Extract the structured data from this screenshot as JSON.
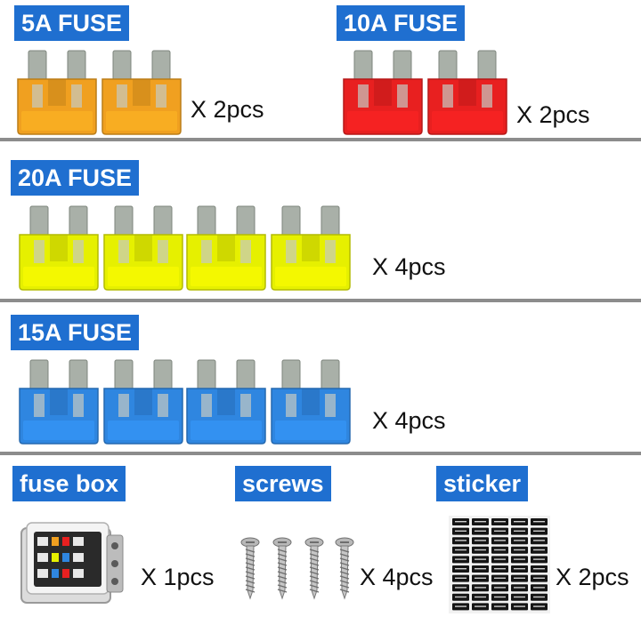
{
  "rows": [
    {
      "items": [
        {
          "label": "5A FUSE",
          "quantity": "X 2pcs",
          "count": 2,
          "color": "#f0a020"
        },
        {
          "label": "10A FUSE",
          "quantity": "X 2pcs",
          "count": 2,
          "color": "#e82020"
        }
      ]
    },
    {
      "items": [
        {
          "label": "20A FUSE",
          "quantity": "X 4pcs",
          "count": 4,
          "color": "#e6f000"
        }
      ]
    },
    {
      "items": [
        {
          "label": "15A FUSE",
          "quantity": "X 4pcs",
          "count": 4,
          "color": "#2f86e0"
        }
      ]
    }
  ],
  "accessories": [
    {
      "label": "fuse box",
      "quantity": "X 1pcs",
      "icon": "fuse-box-icon"
    },
    {
      "label": "screws",
      "quantity": "X 4pcs",
      "icon": "screw-icon",
      "count": 4
    },
    {
      "label": "sticker",
      "quantity": "X 2pcs",
      "icon": "sticker-sheet-icon"
    }
  ],
  "colors": {
    "label_bg": "#1f6fd0",
    "divider": "#8c8c8c"
  }
}
